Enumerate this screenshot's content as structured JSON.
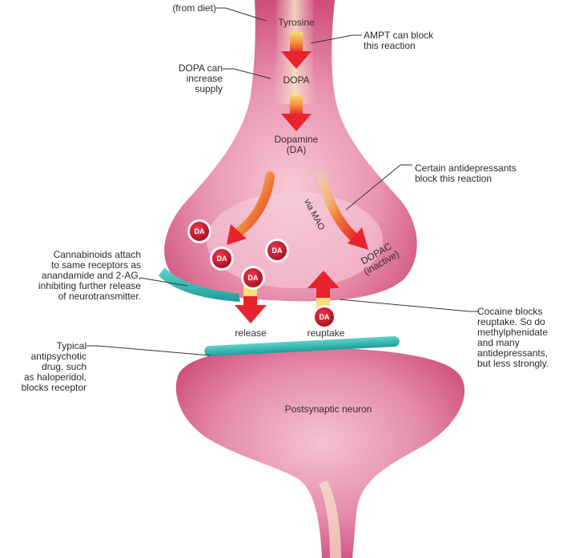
{
  "labels": {
    "from_diet": "(from diet)",
    "tyrosine": "Tyrosine",
    "ampt": "AMPT can block\nthis reaction",
    "dopa_supply": "DOPA can\nincrease\nsupply",
    "dopa": "DOPA",
    "dopamine": "Dopamine\n(DA)",
    "antidepressants": "Certain antidepressants\nblock this reaction",
    "via_mao": "via MAO",
    "dopac": "DOPAC\n(inactive)",
    "cannabinoids": "Cannabinoids attach\nto same receptors as\nanandamide and 2-AG,\ninhibiting further release\nof neurotransmitter.",
    "release": "release",
    "reuptake": "reuptake",
    "cocaine": "Cocaine blocks\nreuptake. So do\nmethylphenidate\nand many\nantidepressants,\nbut less strongly.",
    "antipsychotic": "Typical\nantipsychotic\ndrug, such\nas haloperidol,\nblocks receptor",
    "postsynaptic": "Postsynaptic neuron",
    "da": "DA"
  },
  "colors": {
    "neuron_pink": "#d9557f",
    "neuron_light": "#f6bfd0",
    "axon_core": "#f5e2c6",
    "arrow_red": "#e8232d",
    "arrow_yellow": "#f7df7a",
    "receptor_teal": "#34b9b4",
    "vesicle_red": "#c4122a"
  }
}
